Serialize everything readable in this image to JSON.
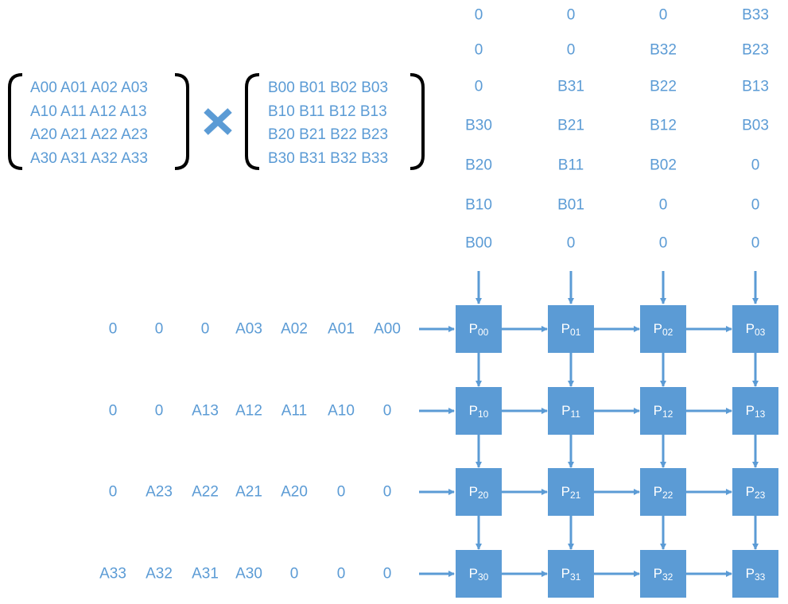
{
  "matrix_a": [
    "A00 A01 A02 A03",
    "A10 A11 A12 A13",
    "A20 A21 A22 A23",
    "A30 A31 A32 A33"
  ],
  "matrix_b": [
    "B00 B01 B02 B03",
    "B10 B11 B12 B13",
    "B20 B21 B22 B23",
    "B30 B31 B32 B33"
  ],
  "operator": "multiply",
  "b_columns": [
    [
      "0",
      "0",
      "0",
      "B30",
      "B20",
      "B10",
      "B00"
    ],
    [
      "0",
      "0",
      "B31",
      "B21",
      "B11",
      "B01",
      "0"
    ],
    [
      "0",
      "B32",
      "B22",
      "B12",
      "B02",
      "0",
      "0"
    ],
    [
      "B33",
      "B23",
      "B13",
      "B03",
      "0",
      "0",
      "0"
    ]
  ],
  "a_rows": [
    [
      "0",
      "0",
      "0",
      "A03",
      "A02",
      "A01",
      "A00"
    ],
    [
      "0",
      "0",
      "A13",
      "A12",
      "A11",
      "A10",
      "0"
    ],
    [
      "0",
      "A23",
      "A22",
      "A21",
      "A20",
      "0",
      "0"
    ],
    [
      "A33",
      "A32",
      "A31",
      "A30",
      "0",
      "0",
      "0"
    ]
  ],
  "processing_elements": [
    [
      {
        "p": "P",
        "sub": "00"
      },
      {
        "p": "P",
        "sub": "01"
      },
      {
        "p": "P",
        "sub": "02"
      },
      {
        "p": "P",
        "sub": "03"
      }
    ],
    [
      {
        "p": "P",
        "sub": "10"
      },
      {
        "p": "P",
        "sub": "11"
      },
      {
        "p": "P",
        "sub": "12"
      },
      {
        "p": "P",
        "sub": "13"
      }
    ],
    [
      {
        "p": "P",
        "sub": "20"
      },
      {
        "p": "P",
        "sub": "21"
      },
      {
        "p": "P",
        "sub": "22"
      },
      {
        "p": "P",
        "sub": "23"
      }
    ],
    [
      {
        "p": "P",
        "sub": "30"
      },
      {
        "p": "P",
        "sub": "31"
      },
      {
        "p": "P",
        "sub": "32"
      },
      {
        "p": "P",
        "sub": "33"
      }
    ]
  ],
  "colors": {
    "accent": "#5b9bd5",
    "bracket": "#000000",
    "pe_text": "#ffffff"
  }
}
